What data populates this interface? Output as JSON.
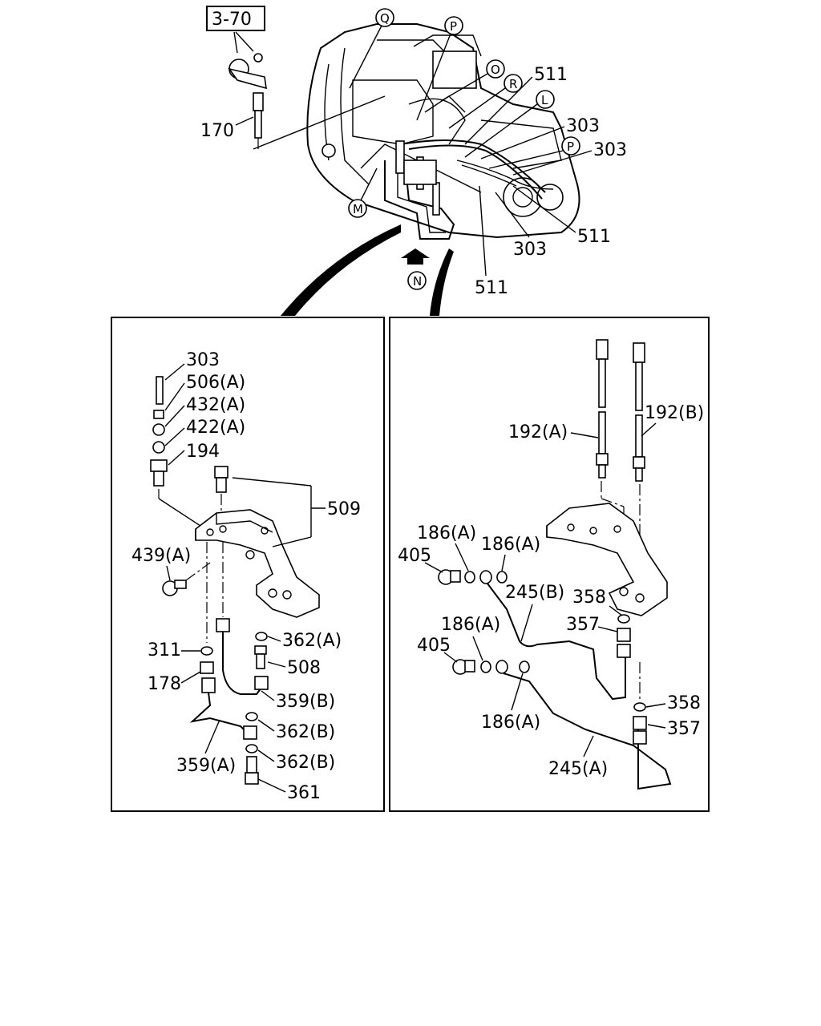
{
  "top": {
    "ref_box": "3-70",
    "labels": {
      "l170": "170",
      "l511a": "511",
      "l303a": "303",
      "l303b": "303",
      "l511b": "511",
      "l303c": "303",
      "l511c": "511"
    },
    "circles": {
      "q": "Q",
      "p1": "P",
      "o": "O",
      "r": "R",
      "l": "L",
      "p2": "P",
      "m": "M",
      "n": "N"
    }
  },
  "left_panel": {
    "labels": {
      "l303": "303",
      "l506a": "506(A)",
      "l432a": "432(A)",
      "l422a": "422(A)",
      "l194": "194",
      "l509": "509",
      "l439a": "439(A)",
      "l362a": "362(A)",
      "l311": "311",
      "l508": "508",
      "l178": "178",
      "l359b": "359(B)",
      "l362b1": "362(B)",
      "l359a": "359(A)",
      "l362b2": "362(B)",
      "l361": "361"
    }
  },
  "right_panel": {
    "labels": {
      "l192a": "192(A)",
      "l192b": "192(B)",
      "l186a1": "186(A)",
      "l186a2": "186(A)",
      "l405a": "405",
      "l245b": "245(B)",
      "l358a": "358",
      "l357a": "357",
      "l186a3": "186(A)",
      "l405b": "405",
      "l186a4": "186(A)",
      "l358b": "358",
      "l357b": "357",
      "l245a": "245(A)"
    }
  }
}
